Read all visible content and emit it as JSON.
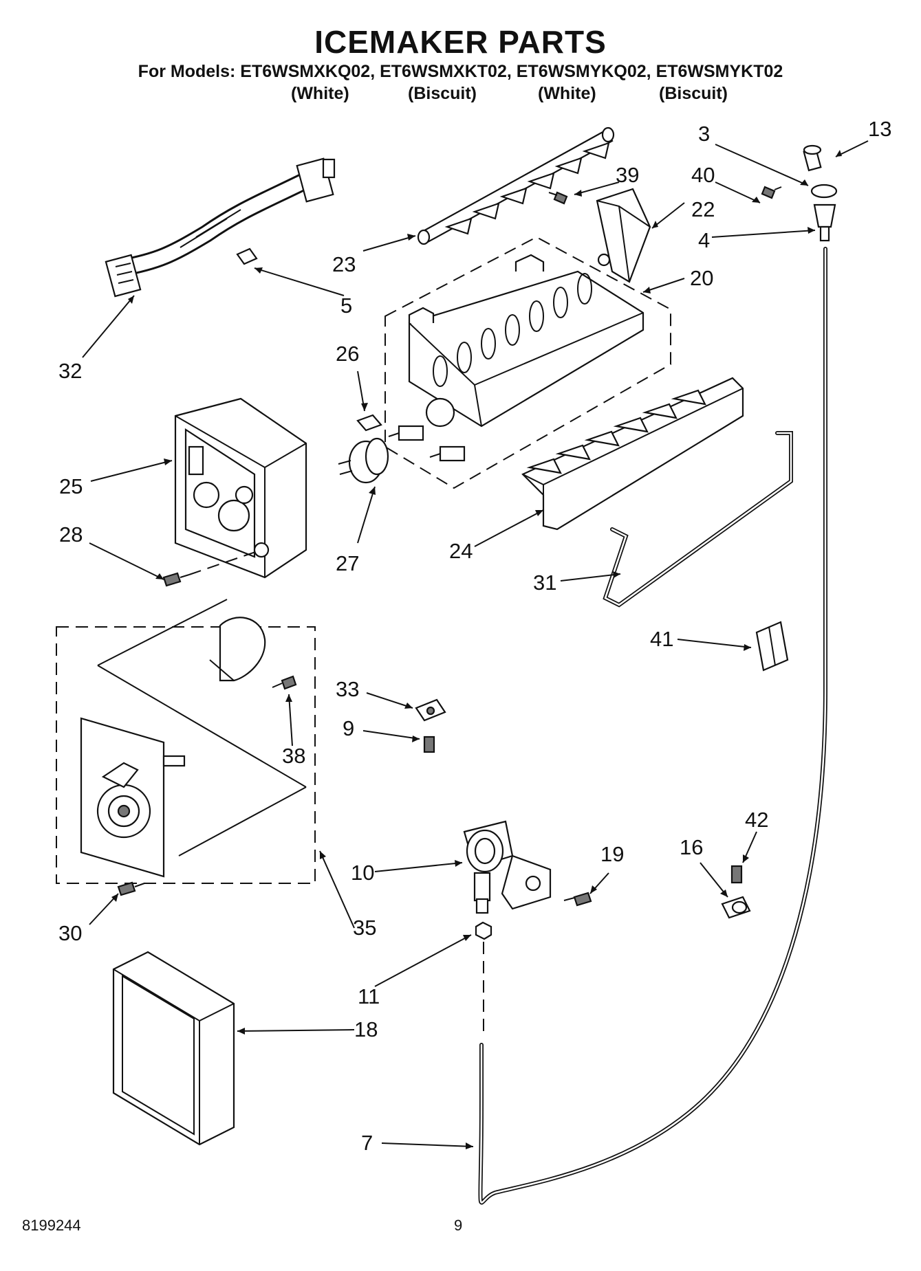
{
  "header": {
    "title": "ICEMAKER PARTS",
    "models_line": "For Models: ET6WSMXKQ02, ET6WSMXKT02, ET6WSMYKQ02, ET6WSMYKT02",
    "variants": [
      "(White)",
      "(Biscuit)",
      "(White)",
      "(Biscuit)"
    ]
  },
  "footer": {
    "doc_number": "8199244",
    "page_number": "9"
  },
  "callouts": {
    "c3": "3",
    "c13": "13",
    "c40": "40",
    "c39": "39",
    "c22": "22",
    "c4": "4",
    "c23": "23",
    "c20": "20",
    "c5": "5",
    "c32": "32",
    "c26": "26",
    "c25": "25",
    "c28": "28",
    "c27": "27",
    "c24": "24",
    "c31": "31",
    "c41": "41",
    "c33": "33",
    "c9": "9",
    "c38": "38",
    "c42": "42",
    "c16": "16",
    "c19": "19",
    "c10": "10",
    "c30": "30",
    "c35": "35",
    "c11": "11",
    "c18": "18",
    "c7": "7"
  }
}
